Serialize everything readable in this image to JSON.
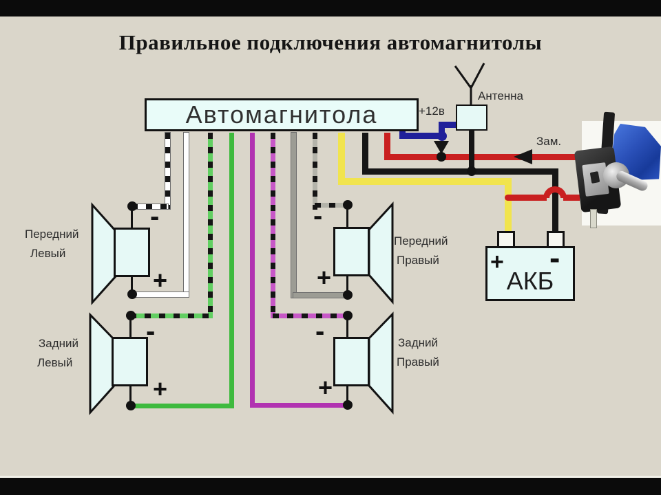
{
  "title": "Правильное подключения автомагнитолы",
  "head_unit": {
    "label": "Автомагнитола"
  },
  "antenna": {
    "label": "Антенна"
  },
  "power": {
    "plus12_label": "+12в",
    "ignition_label": "Зам."
  },
  "battery": {
    "label": "АКБ",
    "plus": "+",
    "minus": "-"
  },
  "speakers": {
    "front_left": {
      "line1": "Передний",
      "line2": "Левый",
      "minus": "-",
      "plus": "+"
    },
    "front_right": {
      "line1": "Передний",
      "line2": "Правый",
      "minus": "-",
      "plus": "+"
    },
    "rear_left": {
      "line1": "Задний",
      "line2": "Левый",
      "minus": "-",
      "plus": "+"
    },
    "rear_right": {
      "line1": "Задний",
      "line2": "Правый",
      "minus": "-",
      "plus": "+"
    }
  },
  "wire_colors": {
    "front_left_plus": "#ffffff",
    "front_left_minus": "#ffffff",
    "front_right_plus": "#9c9c94",
    "front_right_minus": "#b4b4aa",
    "rear_left_plus": "#3eba3e",
    "rear_left_minus": "#62cf62",
    "rear_right_plus": "#b133b1",
    "rear_right_minus": "#c758c7",
    "battery_plus_yellow": "#f1e44e",
    "ground_black": "#161616",
    "ignition_red": "#c92020",
    "antenna_remote_blue": "#20209a"
  }
}
